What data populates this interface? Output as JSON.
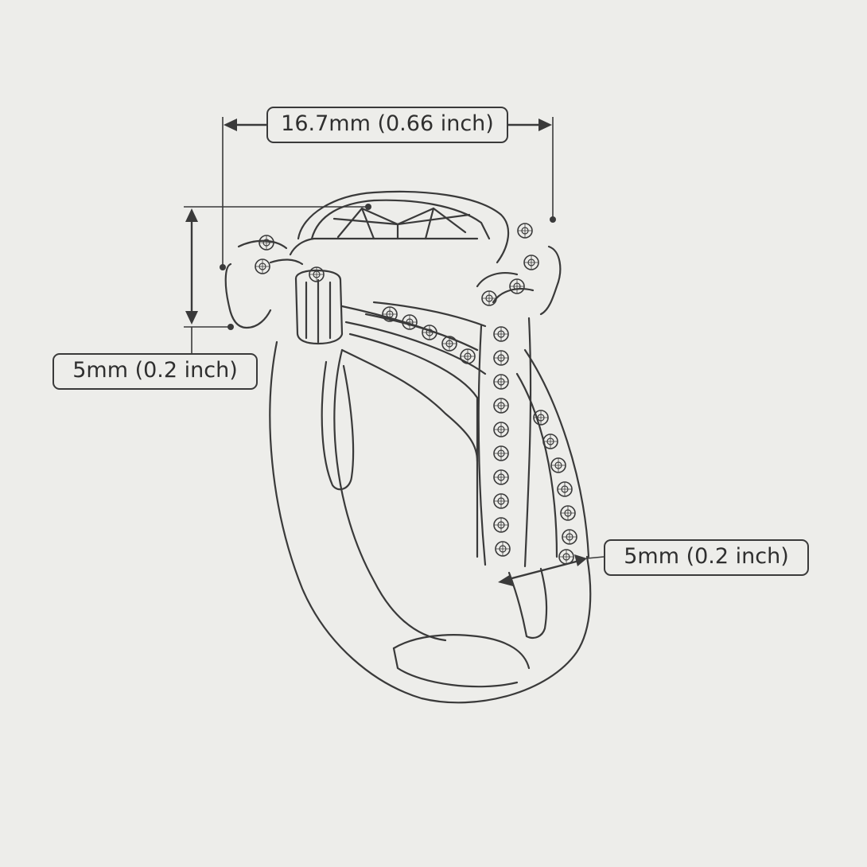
{
  "dimensions": {
    "width": {
      "label": "16.7mm (0.66 inch)"
    },
    "height": {
      "label": "5mm (0.2 inch)"
    },
    "band": {
      "label": "5mm (0.2 inch)"
    }
  },
  "colors": {
    "background": "#ededea",
    "ink": "#3a3a3a"
  },
  "icons": [
    "ring-drawing-icon"
  ]
}
